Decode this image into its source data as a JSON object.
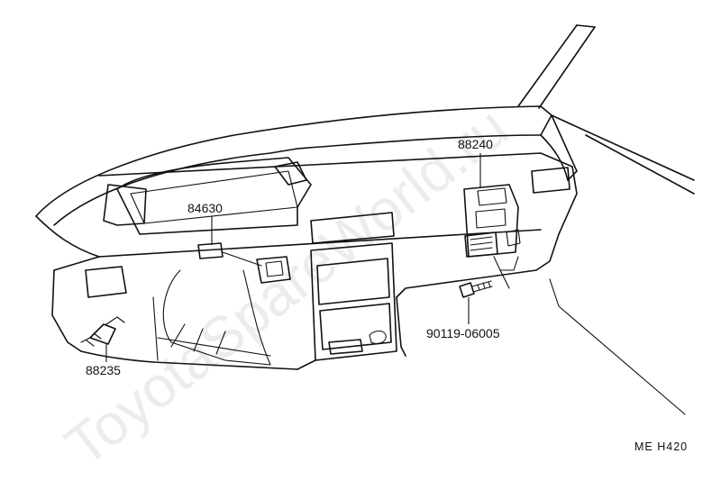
{
  "watermark": "ToyotaSpareWorld.ru",
  "parts": [
    {
      "id": "p88240",
      "label": "88240"
    },
    {
      "id": "p84630",
      "label": "84630"
    },
    {
      "id": "p90119",
      "label": "90119-06005"
    },
    {
      "id": "p88235",
      "label": "88235"
    }
  ],
  "drawing_code": "ME  H420"
}
